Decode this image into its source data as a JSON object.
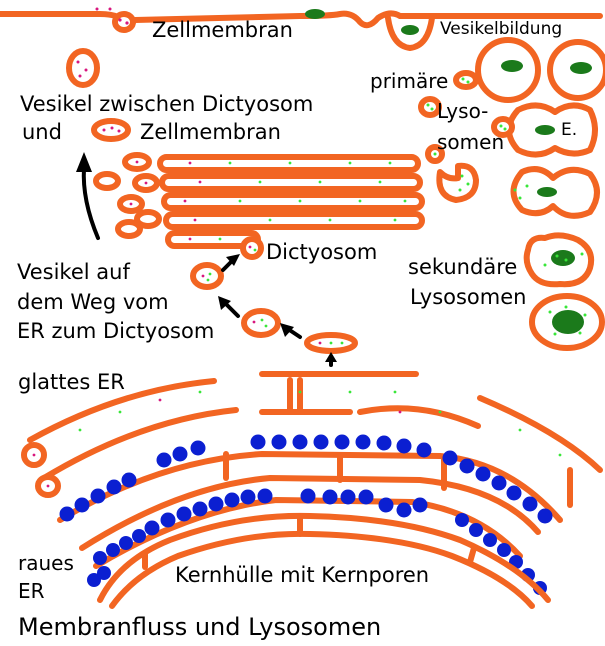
{
  "labels": {
    "zellmembran": "Zellmembran",
    "vesikelbildung": "Vesikelbildung",
    "primaere_1": "primäre",
    "primaere_2": "Lyso-",
    "primaere_3": "somen",
    "e": "E.",
    "vesikel_zwischen_1": "Vesikel zwischen Dictyosom",
    "vesikel_zwischen_2a": "und",
    "vesikel_zwischen_2b": "Zellmembran",
    "dictyosom": "Dictyosom",
    "sekundaere_1": "sekundäre",
    "sekundaere_2": "Lysosomen",
    "vesikel_weg_1": "Vesikel auf",
    "vesikel_weg_2": "dem Weg vom",
    "vesikel_weg_3": "ER zum Dictyosom",
    "glattes_er": "glattes ER",
    "raues_er_1": "raues",
    "raues_er_2": "ER",
    "kernhuelle": "Kernhülle mit Kernporen"
  },
  "caption": "Membranfluss und Lysosomen",
  "colors": {
    "membrane": "#f26522",
    "lumen": "#ffffff",
    "ribosome": "#0b1fd1",
    "enzyme_dot_green": "#39e639",
    "enzyme_dot_magenta": "#d8177e",
    "digested": "#1b7a1b"
  }
}
